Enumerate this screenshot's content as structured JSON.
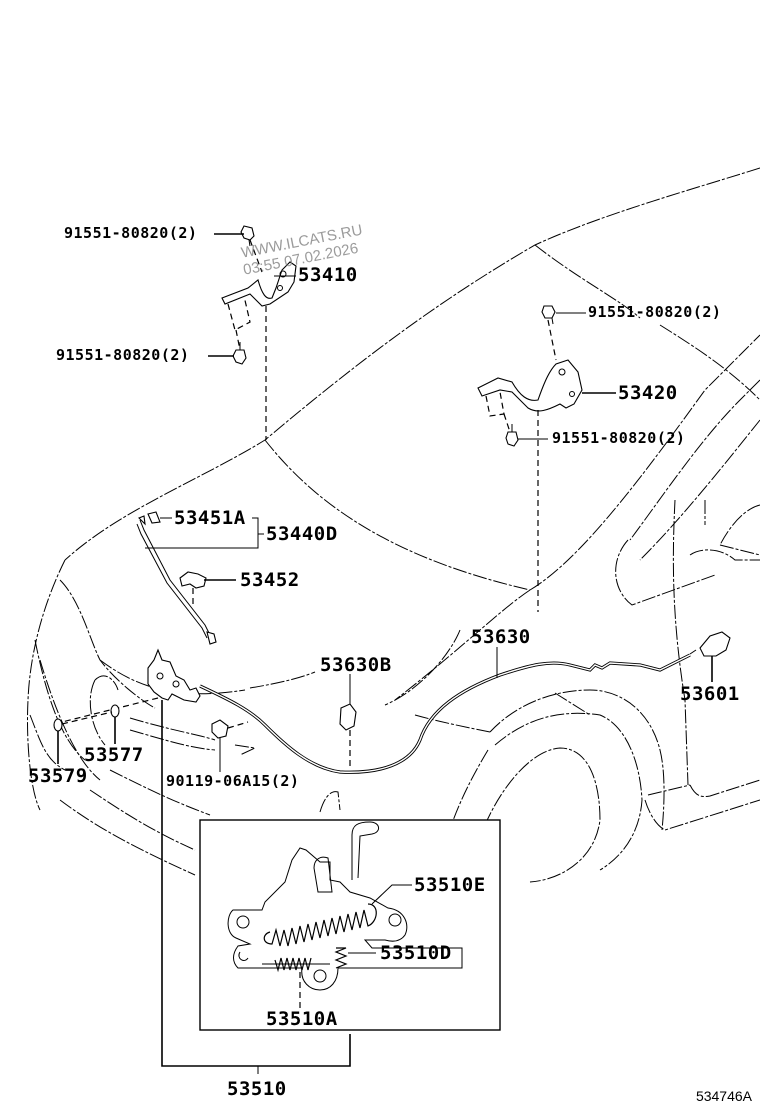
{
  "diagram": {
    "title": "Hood Lock & Hinge",
    "figure_number": "534746A",
    "watermark": {
      "site": "WWW.ILCATS.RU",
      "timestamp": "03:55 07.02.2026"
    },
    "parts": [
      {
        "id": "bolt_hinge_lh_upper",
        "label": "91551-80820(2)",
        "description": "hood hinge bolt"
      },
      {
        "id": "hinge_lh",
        "label": "53410",
        "description": "hood hinge LH"
      },
      {
        "id": "bolt_hinge_lh_lower",
        "label": "91551-80820(2)",
        "description": "hood hinge bolt"
      },
      {
        "id": "bolt_hinge_rh_upper",
        "label": "91551-80820(2)",
        "description": "hood hinge bolt"
      },
      {
        "id": "hinge_rh",
        "label": "53420",
        "description": "hood hinge RH"
      },
      {
        "id": "bolt_hinge_rh_lower",
        "label": "91551-80820(2)",
        "description": "hood hinge bolt"
      },
      {
        "id": "support_holder",
        "label": "53451A",
        "description": "hood support rod holder"
      },
      {
        "id": "support_rod_set",
        "label": "53440D",
        "description": "hood support rod sub-assy"
      },
      {
        "id": "support_clamp",
        "label": "53452",
        "description": "hood support rod clamp"
      },
      {
        "id": "cable_clamp",
        "label": "53630B",
        "description": "release cable clamp"
      },
      {
        "id": "release_cable",
        "label": "53630",
        "description": "hood lock release cable"
      },
      {
        "id": "release_lever",
        "label": "53601",
        "description": "hood lock release lever"
      },
      {
        "id": "cushion_1",
        "label": "53577",
        "description": "hood cushion"
      },
      {
        "id": "cushion_2",
        "label": "53579",
        "description": "hood cushion"
      },
      {
        "id": "lock_bolt",
        "label": "90119-06A15(2)",
        "description": "hood lock bolt"
      },
      {
        "id": "spring_e",
        "label": "53510E",
        "description": "hood lock spring"
      },
      {
        "id": "spring_d",
        "label": "53510D",
        "description": "hood lock spring"
      },
      {
        "id": "spring_a",
        "label": "53510A",
        "description": "hood lock spring"
      },
      {
        "id": "hood_lock",
        "label": "53510",
        "description": "hood lock assy"
      }
    ]
  }
}
